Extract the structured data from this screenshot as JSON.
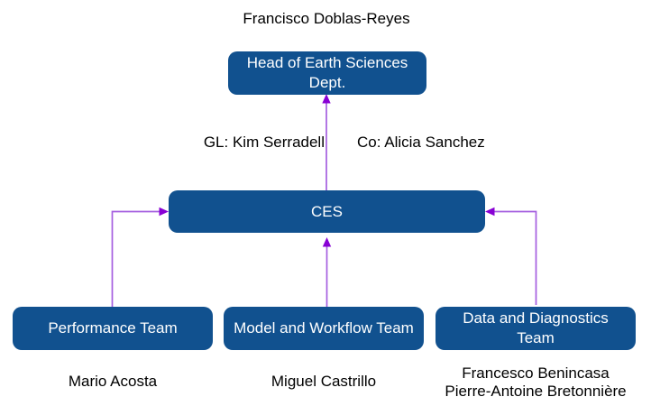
{
  "colors": {
    "box_fill": "#11518f",
    "box_text": "#ffffff",
    "connector_line": "#a55fe0",
    "arrowhead": "#8800d4",
    "text_color": "#000000",
    "canvas_bg": "#ffffff"
  },
  "org_chart": {
    "department_head_name": "Francisco Doblas-Reyes",
    "head_box_label": "Head of Earth Sciences Dept.",
    "group_leader_label": "GL: Kim Serradell",
    "co_leader_label": "Co: Alicia Sanchez",
    "group_box_label": "CES",
    "teams": [
      {
        "box_label": "Performance Team",
        "members": [
          "Mario Acosta"
        ]
      },
      {
        "box_label": "Model and Workflow Team",
        "members": [
          "Miguel Castrillo"
        ]
      },
      {
        "box_label": "Data and Diagnostics Team",
        "members": [
          "Francesco Benincasa",
          "Pierre-Antoine Bretonnière"
        ]
      }
    ]
  }
}
